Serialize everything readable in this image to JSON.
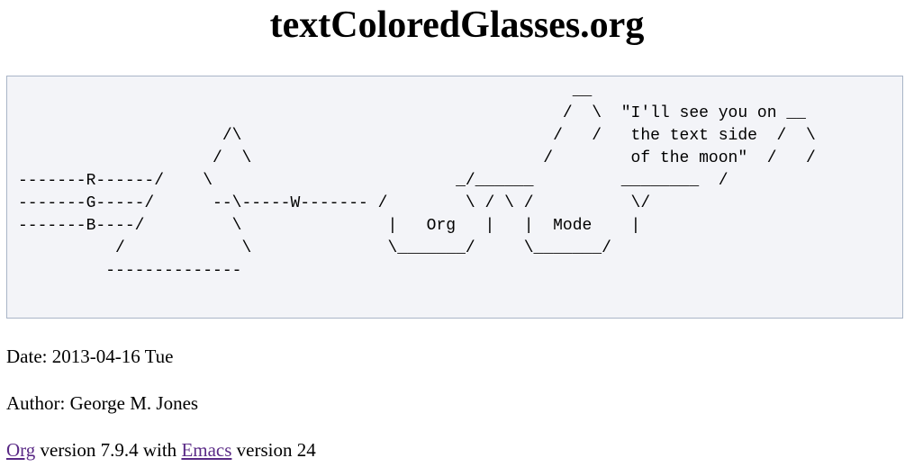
{
  "page": {
    "title": "textColoredGlasses.org"
  },
  "ascii_art": "                                                         __\n                                                        /  \\  \"I'll see you on __\n                     /\\                                /   /   the text side  /  \\\n                    /  \\                              /        of the moon\"  /   /\n-------R------/    \\                         _/______         ________  /\n-------G-----/      --\\-----W------- /        \\ / \\ /          \\/\n-------B----/         \\               |   Org   |   |  Mode    |\n          /            \\              \\_______/     \\_______/\n         --------------",
  "meta": {
    "date_label": "Date:",
    "date_value": "2013-04-16 Tue",
    "author_label": "Author:",
    "author_value": "George M. Jones",
    "org_link": "Org",
    "version_text_1": "version 7.9.4 with",
    "emacs_link": "Emacs",
    "version_text_2": "version 24"
  }
}
